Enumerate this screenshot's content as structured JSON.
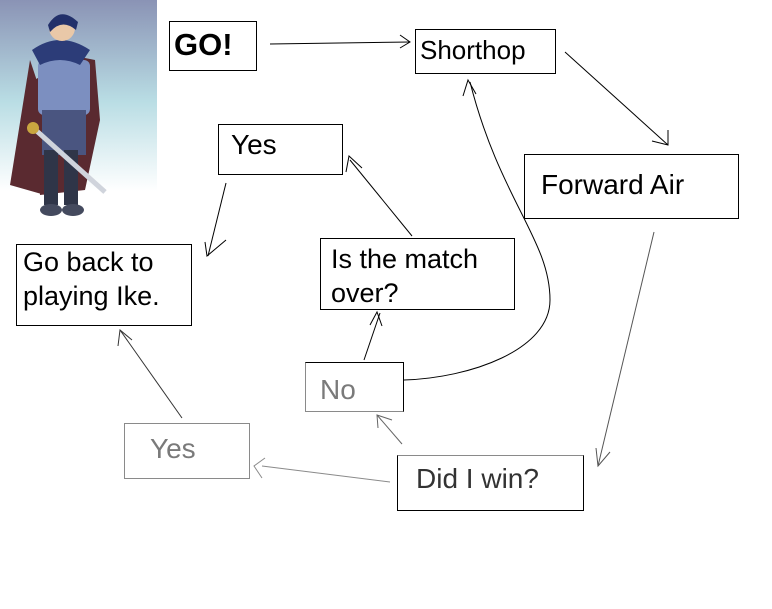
{
  "flowchart": {
    "go": "GO!",
    "shorthop": "Shorthop",
    "forward_air": "Forward Air",
    "did_i_win": "Did I win?",
    "yes_win": "Yes",
    "no": "No",
    "match_over": "Is the match over?",
    "yes_over": "Yes",
    "go_back": "Go back to playing Ike."
  },
  "colors": {
    "line": "#000000",
    "faded": "#8a8a8a"
  }
}
